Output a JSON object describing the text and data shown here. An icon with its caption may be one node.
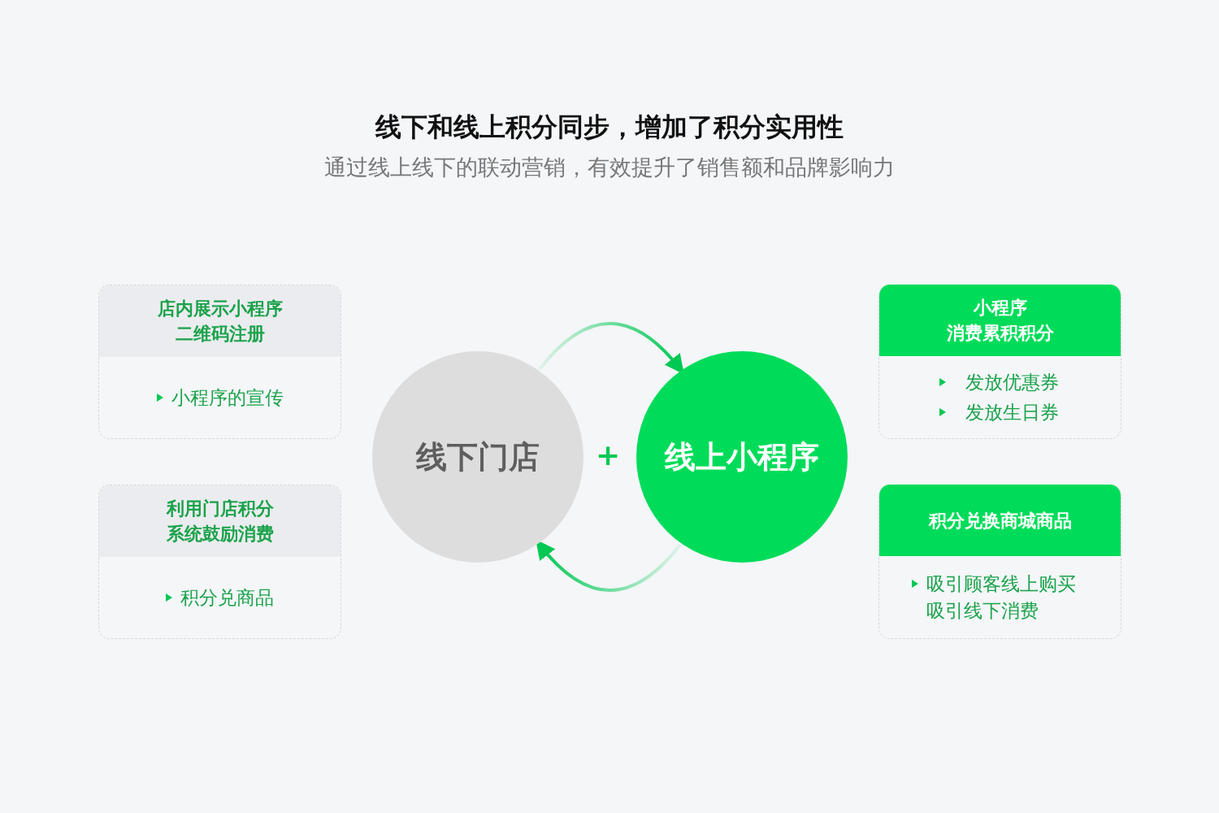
{
  "diagram": {
    "title": "线下和线上积分同步，增加了积分实用性",
    "caption": "通过线上线下的联动营销，有效提升了销售额和品牌影响力",
    "nodes": [
      {
        "text": [
          "店内展示小程序二维码注册",
          "小程序的宣传"
        ]
      },
      {
        "text": [
          "利用门店积分系统鼓励消费",
          "积分兑商品"
        ]
      },
      {
        "text": [
          "线下门店"
        ]
      },
      {
        "text": [
          "线上小程序"
        ]
      },
      {
        "text": [
          "小程序消费累积积分",
          "发放优惠券",
          "发放生日券"
        ]
      },
      {
        "text": [
          "积分兑换商城商品",
          "吸引顾客线上购买吸引线下消费"
        ]
      }
    ],
    "edges": [
      {
        "from": 2,
        "to": 3,
        "arrow": "to"
      },
      {
        "from": 3,
        "to": 2,
        "arrow": "to"
      }
    ],
    "labels": [
      "+"
    ]
  }
}
